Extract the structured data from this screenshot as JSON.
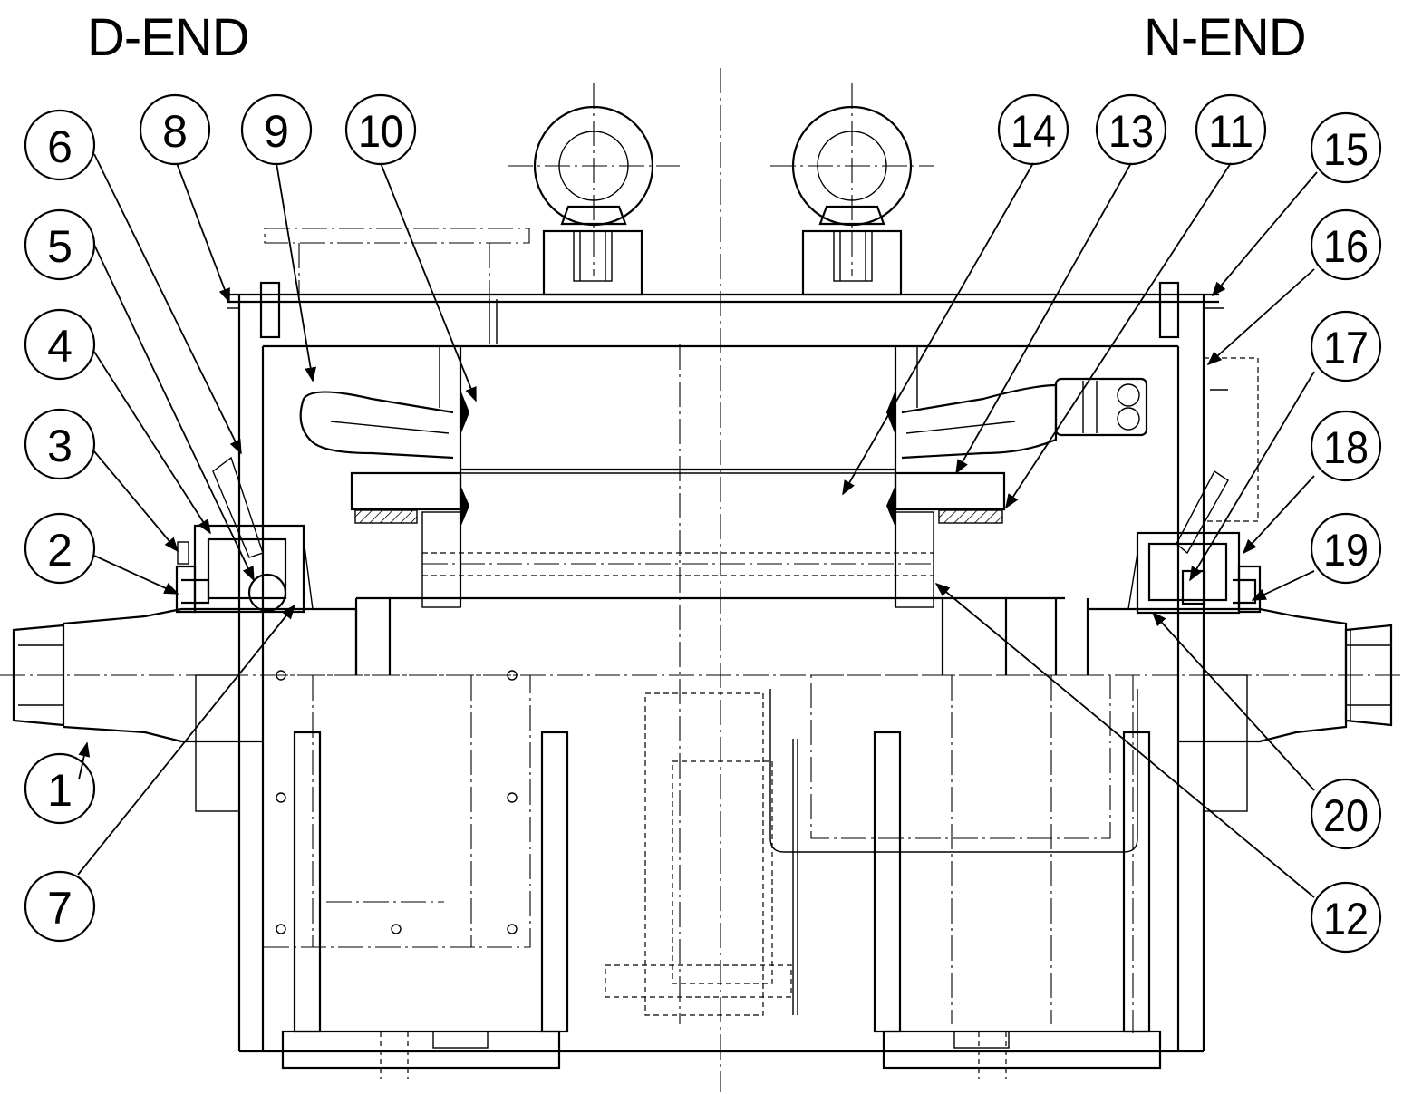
{
  "labels": {
    "d_end": "D-END",
    "n_end": "N-END"
  },
  "balloons": [
    {
      "id": "b1",
      "text": "1"
    },
    {
      "id": "b2",
      "text": "2"
    },
    {
      "id": "b3",
      "text": "3"
    },
    {
      "id": "b4",
      "text": "4"
    },
    {
      "id": "b5",
      "text": "5"
    },
    {
      "id": "b6",
      "text": "6"
    },
    {
      "id": "b7",
      "text": "7"
    },
    {
      "id": "b8",
      "text": "8"
    },
    {
      "id": "b9",
      "text": "9"
    },
    {
      "id": "b10",
      "text": "10"
    },
    {
      "id": "b11",
      "text": "11"
    },
    {
      "id": "b12",
      "text": "12"
    },
    {
      "id": "b13",
      "text": "13"
    },
    {
      "id": "b14",
      "text": "14"
    },
    {
      "id": "b15",
      "text": "15"
    },
    {
      "id": "b16",
      "text": "16"
    },
    {
      "id": "b17",
      "text": "17"
    },
    {
      "id": "b18",
      "text": "18"
    },
    {
      "id": "b19",
      "text": "19"
    },
    {
      "id": "b20",
      "text": "20"
    }
  ]
}
